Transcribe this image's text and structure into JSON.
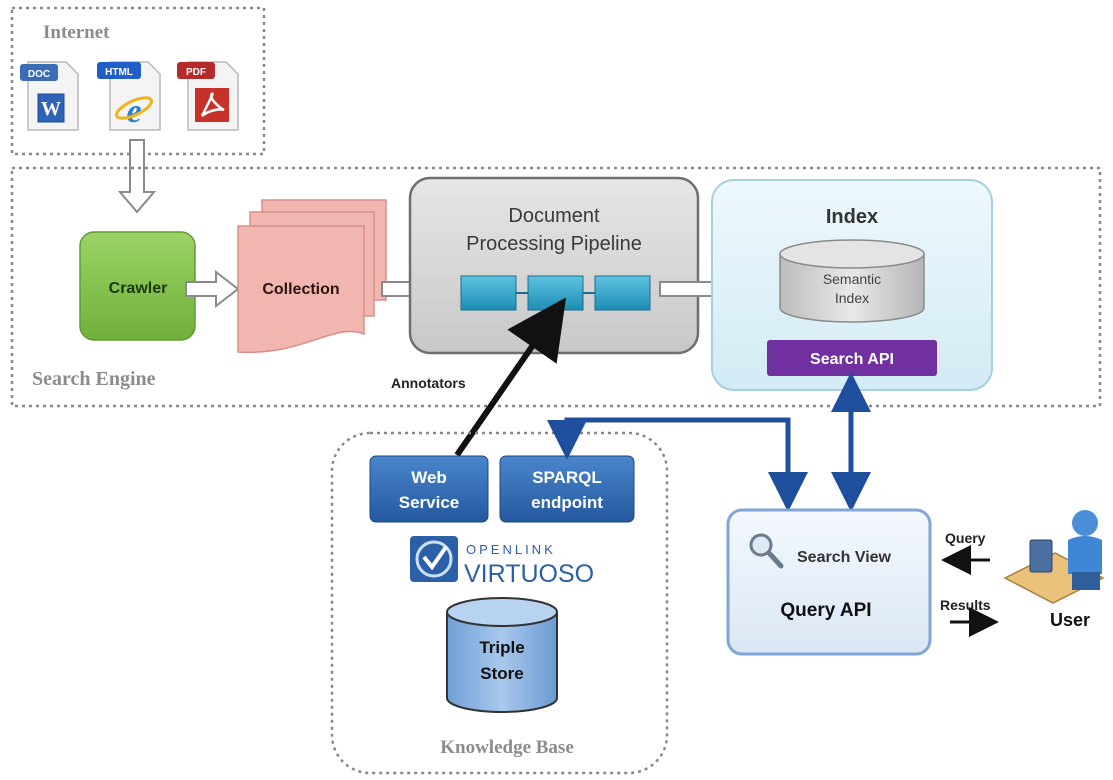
{
  "internet": {
    "title": "Internet",
    "icons": [
      {
        "badge": "DOC",
        "glyph": "W"
      },
      {
        "badge": "HTML",
        "glyph": "e"
      },
      {
        "badge": "PDF",
        "glyph": ""
      }
    ]
  },
  "search_engine": {
    "title": "Search Engine",
    "crawler": "Crawler",
    "collection": "Collection",
    "pipeline_title_1": "Document",
    "pipeline_title_2": "Processing Pipeline",
    "index_title": "Index",
    "semantic_index_1": "Semantic",
    "semantic_index_2": "Index",
    "search_api": "Search API"
  },
  "annotators": "Annotators",
  "knowledge_base": {
    "title": "Knowledge Base",
    "web_service_1": "Web",
    "web_service_2": "Service",
    "sparql_1": "SPARQL",
    "sparql_2": "endpoint",
    "logo_top": "OPENLINK",
    "logo_bottom": "VIRTUOSO",
    "triple_store_1": "Triple",
    "triple_store_2": "Store"
  },
  "query_panel": {
    "search_view": "Search View",
    "query_api": "Query API"
  },
  "user": {
    "label": "User",
    "query": "Query",
    "results": "Results"
  },
  "colors": {
    "crawler_green": "#7ac143",
    "collection_pink": "#f2b6b0",
    "pipeline_gray": "#d9d9d9",
    "index_light_blue": "#dff0f7",
    "search_api_purple": "#7030a0",
    "service_blue": "#2e6db4",
    "connector_blue": "#1f4e9c"
  }
}
